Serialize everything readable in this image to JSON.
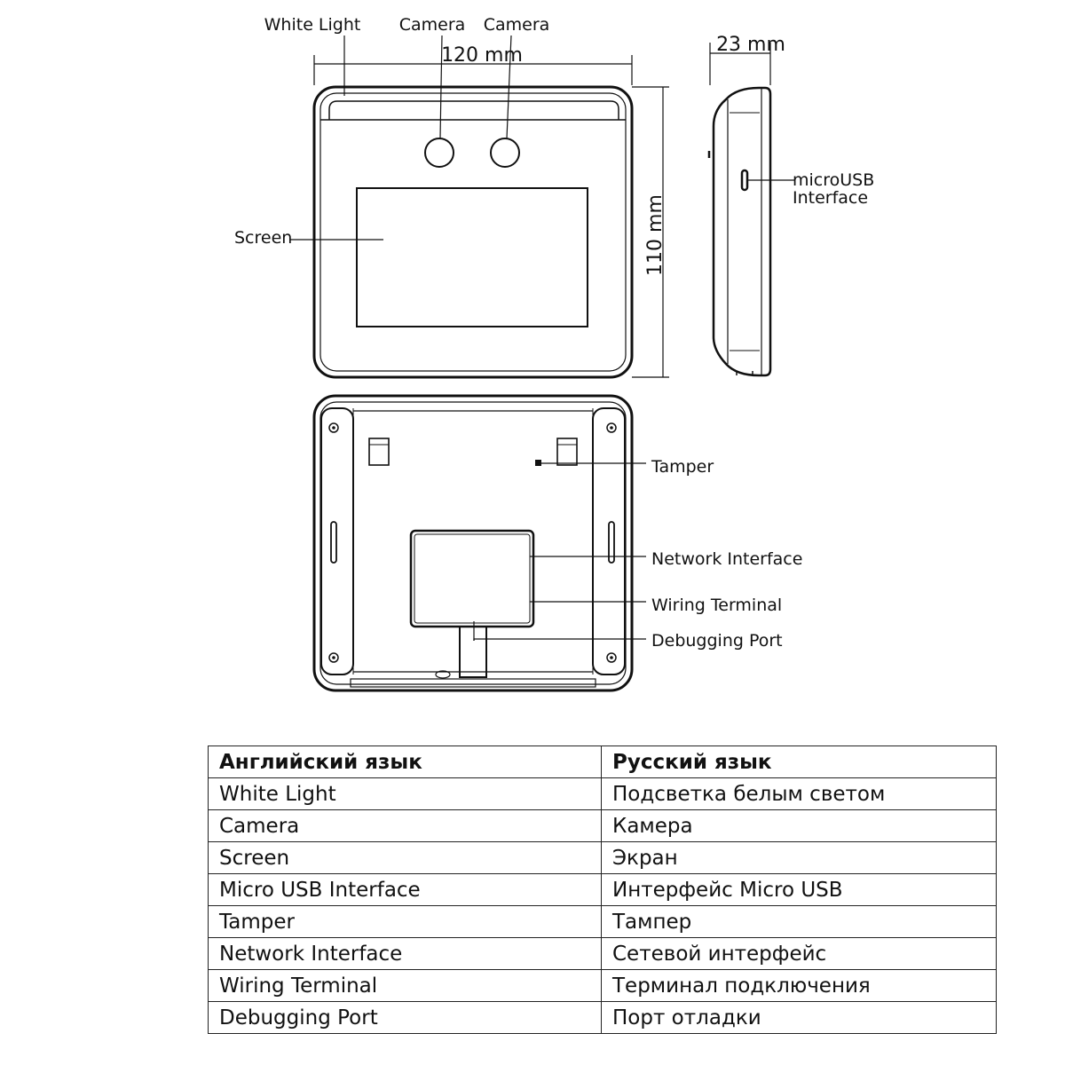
{
  "labels": {
    "white_light": "White Light",
    "camera_left": "Camera",
    "camera_right": "Camera",
    "width_dim": "120 mm",
    "depth_dim": "23 mm",
    "height_dim": "110 mm",
    "screen": "Screen",
    "microusb_line1": "microUSB",
    "microusb_line2": "Interface",
    "tamper": "Tamper",
    "network": "Network Interface",
    "wiring": "Wiring Terminal",
    "debug": "Debugging Port"
  },
  "table": {
    "headers": [
      "Английский язык",
      "Русский язык"
    ],
    "rows": [
      [
        "White Light",
        "Подсветка белым светом"
      ],
      [
        "Camera",
        "Камера"
      ],
      [
        "Screen",
        "Экран"
      ],
      [
        "Micro USB Interface",
        "Интерфейс Micro USB"
      ],
      [
        "Tamper",
        "Тампер"
      ],
      [
        "Network Interface",
        "Сетевой интерфейс"
      ],
      [
        "Wiring Terminal",
        "Терминал подключения"
      ],
      [
        "Debugging Port",
        "Порт отладки"
      ]
    ]
  }
}
